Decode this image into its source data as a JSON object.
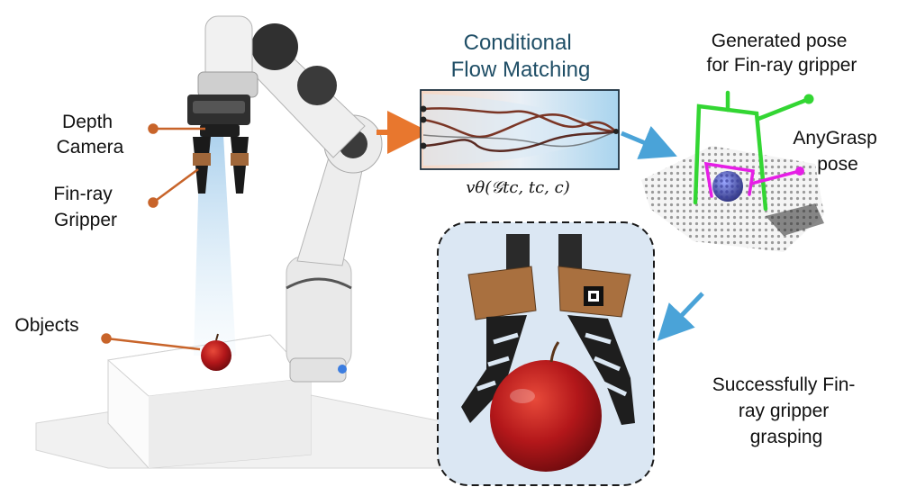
{
  "labels": {
    "depth_camera": [
      "Depth",
      "Camera"
    ],
    "fin_ray_gripper": [
      "Fin-ray",
      "Gripper"
    ],
    "objects": "Objects"
  },
  "flow_matching": {
    "title": [
      "Conditional",
      "Flow Matching"
    ],
    "formula": "vθ(𝒢tc, tc, c)"
  },
  "pose_panel": {
    "generated_pose": [
      "Generated pose",
      "for Fin-ray gripper"
    ],
    "anygrasp_pose": [
      "AnyGrasp",
      "pose"
    ]
  },
  "result": {
    "caption": [
      "Successfully Fin-",
      "ray gripper",
      "grasping"
    ]
  },
  "colors": {
    "label_pointer": "#c8642a",
    "title_text": "#1f4e66",
    "orange_arrow": "#e8772e",
    "blue_arrow": "#4aa3d8",
    "generated_pose": "#33d633",
    "anygrasp_pose": "#e61ee6",
    "inset_background": "#dbe7f3"
  },
  "icons": [
    "robot-arm-photo",
    "apple-photo",
    "point-cloud",
    "gripper-closeup-photo"
  ]
}
